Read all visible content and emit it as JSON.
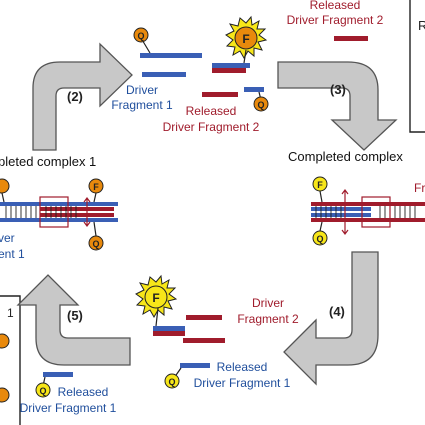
{
  "colors": {
    "blue": "#3a5fb5",
    "red": "#a01c2c",
    "label_blue": "#1f4e9c",
    "label_red": "#a01c2c",
    "arrow_fill": "#c8c8c8",
    "arrow_stroke": "#555555",
    "orange": "#e8890c",
    "yellow": "#f7e619",
    "dark": "#222222"
  },
  "steps": {
    "step2": "(2)",
    "step3": "(3)",
    "step4": "(4)",
    "step5": "(5)"
  },
  "labels": {
    "top_released_red_l1": "Released",
    "top_released_red_l2": "Driver Fragment 2",
    "top_driver_frag1_l1": "Driver",
    "top_driver_frag1_l2": "Fragment 1",
    "top_released_red2_l1": "Released",
    "top_released_red2_l2": "Driver Fragment 2",
    "completed_left": "pleted complex 1",
    "completed_right": "Completed complex",
    "left_driver_l1": "ver",
    "left_driver_l2": "ent 1",
    "right_fr": "Fr",
    "bottom_driver_frag2_l1": "Driver",
    "bottom_driver_frag2_l2": "Fragment 2",
    "bottom_released_l1": "Released",
    "bottom_released_l2": "Driver Fragment 1",
    "bottom_left_released_l1": "Released",
    "bottom_left_released_l2": "Driver Fragment 1",
    "left_box_fragment": "1"
  },
  "markers": {
    "Q": "Q",
    "F": "F"
  }
}
